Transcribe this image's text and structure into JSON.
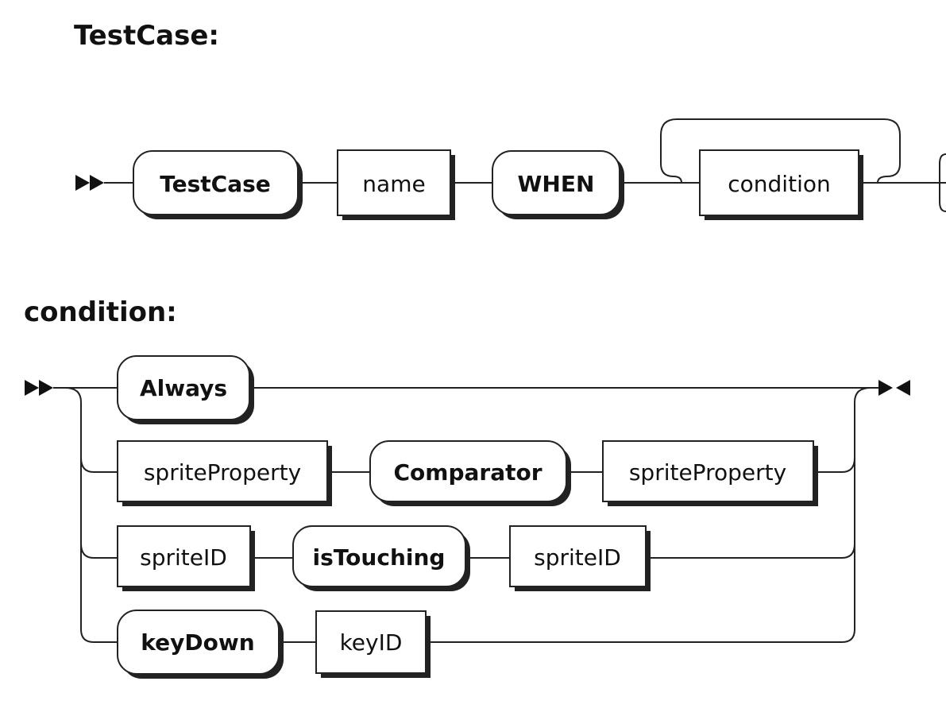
{
  "rules": [
    {
      "name": "TestCase:",
      "items": [
        {
          "type": "terminal",
          "text": "TestCase"
        },
        {
          "type": "nonterminal",
          "text": "name"
        },
        {
          "type": "terminal",
          "text": "WHEN"
        },
        {
          "type": "nonterminal",
          "text": "condition",
          "repeat": true
        }
      ]
    },
    {
      "name": "condition:",
      "alternatives": [
        [
          {
            "type": "terminal",
            "text": "Always"
          }
        ],
        [
          {
            "type": "nonterminal",
            "text": "spriteProperty"
          },
          {
            "type": "terminal",
            "text": "Comparator"
          },
          {
            "type": "nonterminal",
            "text": "spriteProperty"
          }
        ],
        [
          {
            "type": "nonterminal",
            "text": "spriteID"
          },
          {
            "type": "terminal",
            "text": "isTouching"
          },
          {
            "type": "nonterminal",
            "text": "spriteID"
          }
        ],
        [
          {
            "type": "terminal",
            "text": "keyDown"
          },
          {
            "type": "nonterminal",
            "text": "keyID"
          }
        ]
      ]
    }
  ]
}
